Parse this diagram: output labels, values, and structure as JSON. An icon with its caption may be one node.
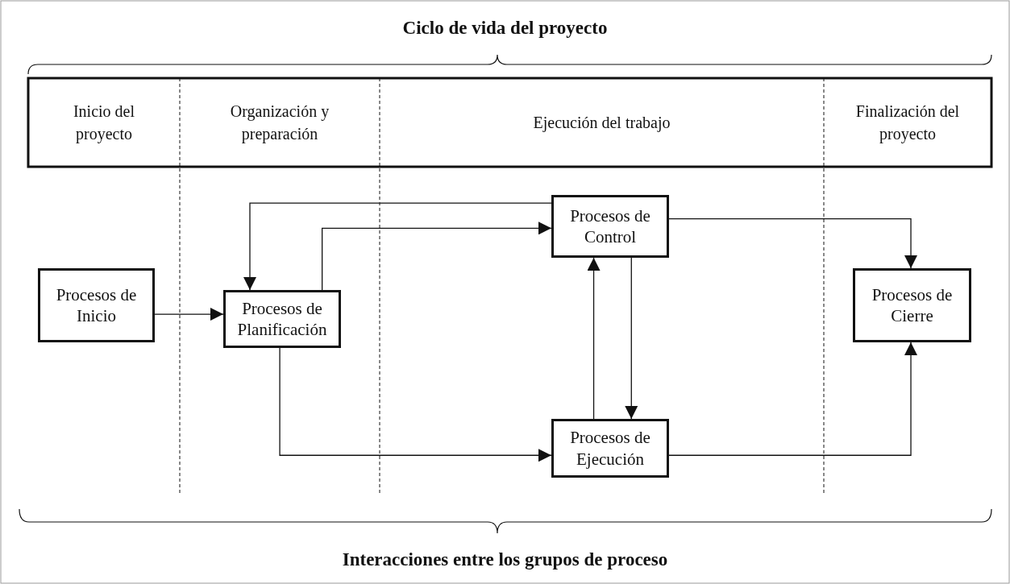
{
  "diagram": {
    "title": "Ciclo de vida del proyecto",
    "caption": "Interacciones entre los grupos de proceso",
    "nodes": [
      {
        "text": [
          "Inicio del proyecto"
        ]
      },
      {
        "text": [
          "Organización y preparación"
        ]
      },
      {
        "text": [
          "Ejecución del trabajo"
        ]
      },
      {
        "text": [
          "Finalización del proyecto"
        ]
      },
      {
        "text": [
          "Procesos de Inicio"
        ]
      },
      {
        "text": [
          "Procesos de Planificación"
        ]
      },
      {
        "text": [
          "Procesos de Control"
        ]
      },
      {
        "text": [
          "Procesos de Ejecución"
        ]
      },
      {
        "text": [
          "Procesos de Cierre"
        ]
      }
    ],
    "edges": [
      {
        "from": 4,
        "to": 5,
        "arrow": "to"
      },
      {
        "from": 6,
        "to": 5,
        "arrow": "to"
      },
      {
        "from": 5,
        "to": 6,
        "arrow": "to"
      },
      {
        "from": 6,
        "to": 8,
        "arrow": "to"
      },
      {
        "from": 6,
        "to": 7,
        "arrow": "to"
      },
      {
        "from": 7,
        "to": 6,
        "arrow": "to"
      },
      {
        "from": 5,
        "to": 7,
        "arrow": "to"
      },
      {
        "from": 7,
        "to": 8,
        "arrow": "to"
      }
    ]
  }
}
